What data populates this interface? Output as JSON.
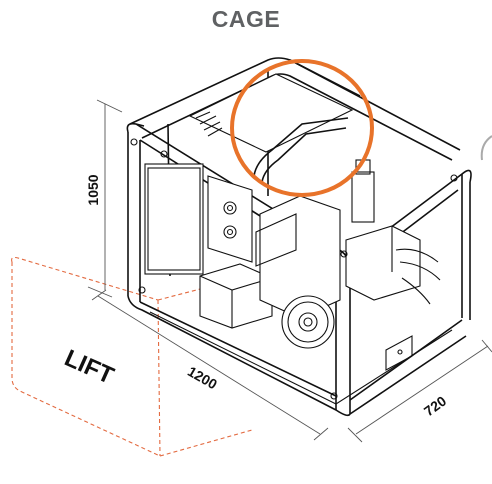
{
  "title": "CAGE",
  "dimensions": {
    "height": "1050",
    "length": "1200",
    "width": "720"
  },
  "zone_label": "LIFT",
  "colors": {
    "highlight_circle": "#e8732a",
    "lift_zone": "#e36a40",
    "title": "#5f6163",
    "linework": "#111111",
    "dimension_line": "#555555"
  }
}
